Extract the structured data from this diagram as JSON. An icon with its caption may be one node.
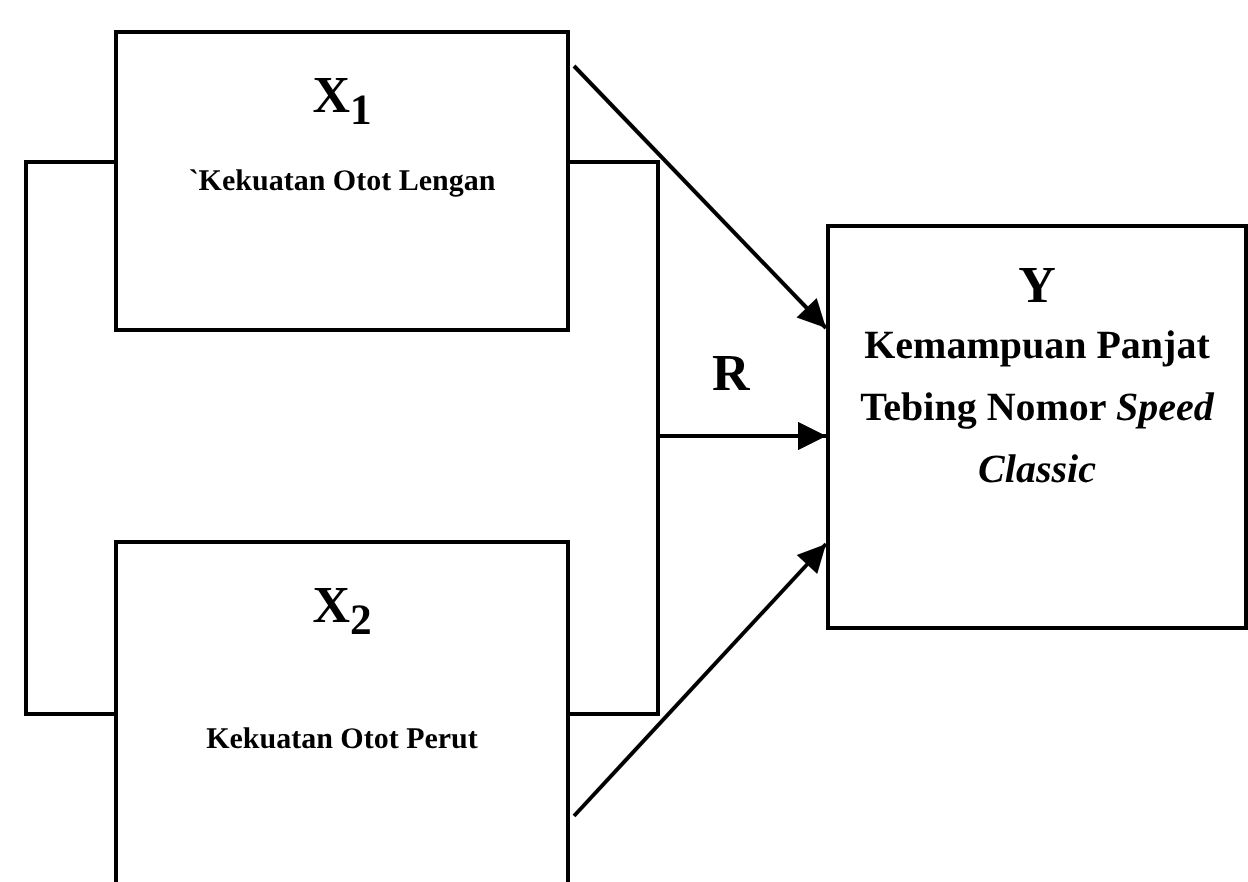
{
  "diagram": {
    "nodes": [
      {
        "text": [
          "X$_{1}$",
          "`Kekuatan Otot Lengan"
        ]
      },
      {
        "text": [
          "Y",
          "Kemampuan Panjat Tebing Nomor *Speed Classic*"
        ]
      },
      {
        "text": [
          "X$_{2}$",
          "Kekuatan Otot Perut"
        ]
      }
    ],
    "edges": [
      {
        "from": 0,
        "to": 2,
        "arrow": "none"
      },
      {
        "from": 0,
        "to": 1,
        "arrow": "to"
      },
      {
        "from": 0,
        "to": 1,
        "arrow": "to",
        "label": "R"
      },
      {
        "from": 2,
        "to": 1,
        "arrow": "to"
      },
      {
        "from": 2,
        "to": 1,
        "arrow": "to"
      }
    ]
  }
}
